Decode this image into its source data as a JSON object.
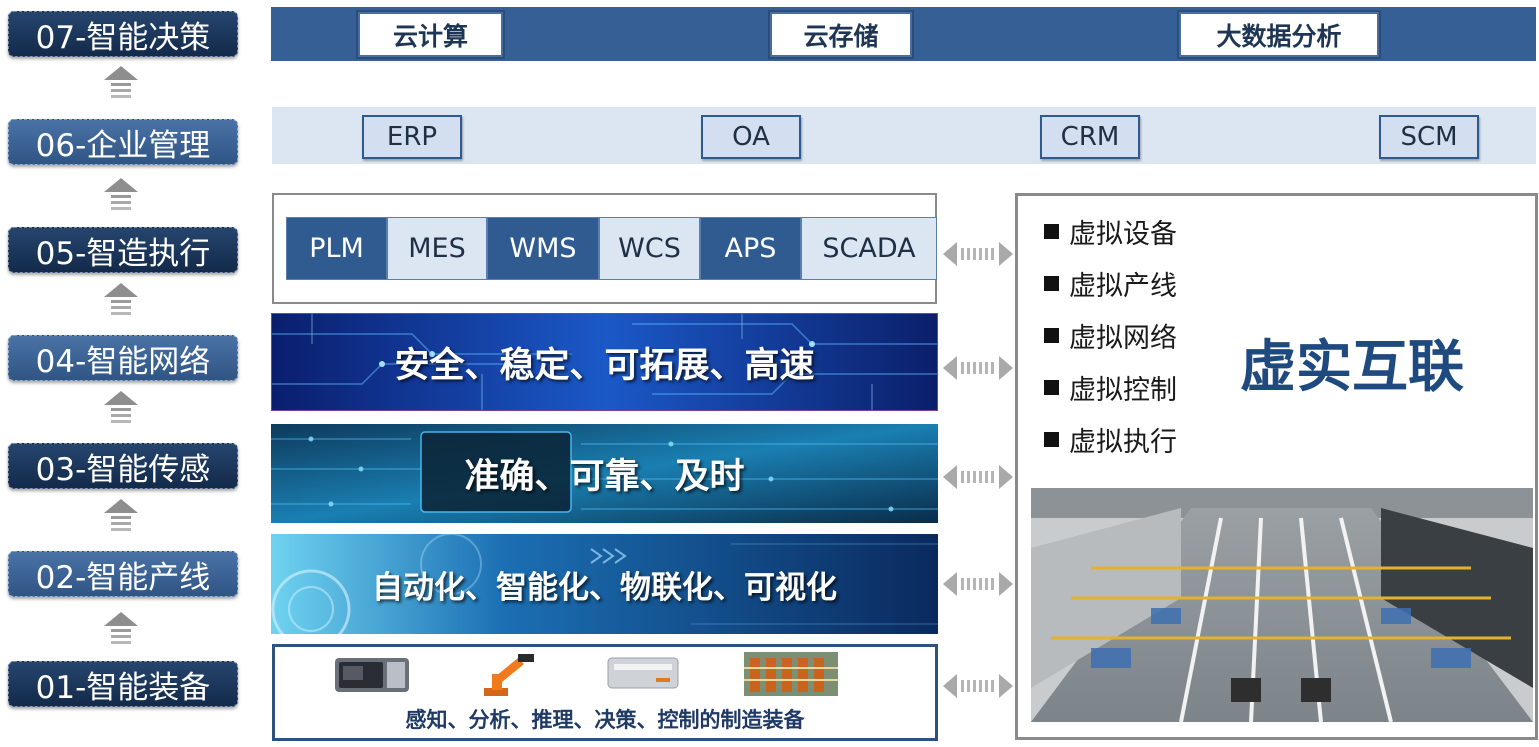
{
  "levels": [
    {
      "label": "07-智能决策",
      "style": "dark"
    },
    {
      "label": "06-企业管理",
      "style": "mid"
    },
    {
      "label": "05-智造执行",
      "style": "dark"
    },
    {
      "label": "04-智能网络",
      "style": "mid"
    },
    {
      "label": "03-智能传感",
      "style": "dark"
    },
    {
      "label": "02-智能产线",
      "style": "mid"
    },
    {
      "label": "01-智能装备",
      "style": "dark"
    }
  ],
  "layer07": {
    "items": [
      "云计算",
      "云存储",
      "大数据分析"
    ]
  },
  "layer06": {
    "items": [
      "ERP",
      "OA",
      "CRM",
      "SCM"
    ]
  },
  "layer05": {
    "items": [
      "PLM",
      "MES",
      "WMS",
      "WCS",
      "APS",
      "SCADA"
    ]
  },
  "layer04": {
    "text": "安全、稳定、可拓展、高速"
  },
  "layer03": {
    "text": "准确、可靠、及时"
  },
  "layer02": {
    "text": "自动化、智能化、物联化、可视化"
  },
  "layer01": {
    "caption": "感知、分析、推理、决策、控制的制造装备"
  },
  "virtual": {
    "title": "虚实互联",
    "items": [
      "虚拟设备",
      "虚拟产线",
      "虚拟网络",
      "虚拟控制",
      "虚拟执行"
    ]
  },
  "colors": {
    "dark_blue": "#132a4a",
    "mid_blue": "#2f5584",
    "band_blue": "#355f95",
    "light_blue": "#dce6f2",
    "title_blue": "#1f4a80"
  }
}
